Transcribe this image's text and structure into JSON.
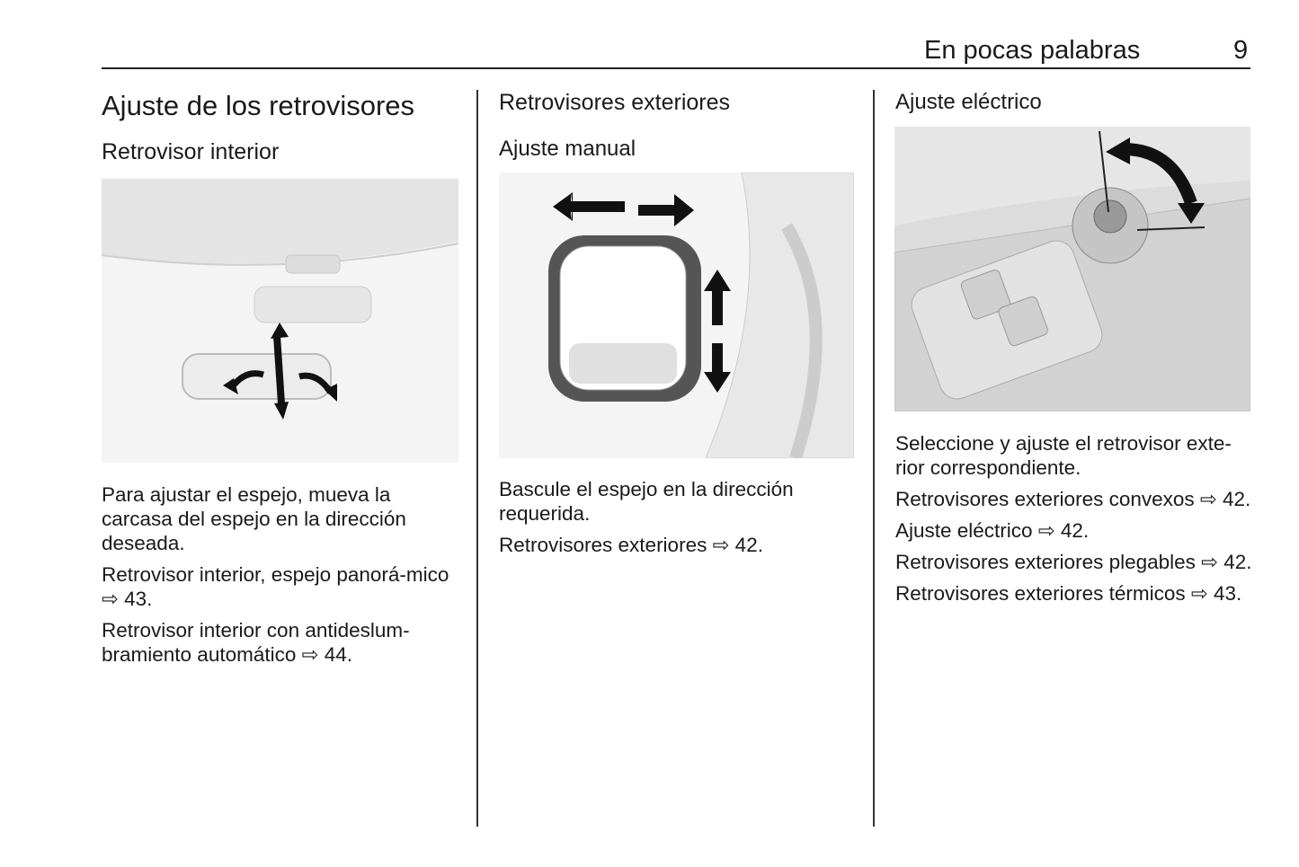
{
  "header": {
    "section_title": "En pocas palabras",
    "page_number": "9"
  },
  "col1": {
    "title": "Ajuste de los retrovisores",
    "subtitle": "Retrovisor interior",
    "paragraphs": [
      "Para ajustar el espejo, mueva la carcasa del espejo en la dirección deseada.",
      "Retrovisor interior, espejo panorá-mico ⇨ 43.",
      "Retrovisor interior con antideslum-bramiento automático ⇨ 44."
    ]
  },
  "col2": {
    "title": "Retrovisores exteriores",
    "subtitle": "Ajuste manual",
    "paragraphs": [
      "Bascule el espejo en la dirección requerida.",
      "Retrovisores exteriores ⇨ 42."
    ]
  },
  "col3": {
    "subtitle": "Ajuste eléctrico",
    "paragraphs": [
      "Seleccione y ajuste el retrovisor exte-rior correspondiente.",
      "Retrovisores exteriores convexos ⇨ 42.",
      "Ajuste eléctrico ⇨ 42.",
      "Retrovisores exteriores plegables ⇨ 42.",
      "Retrovisores exteriores térmicos ⇨ 43."
    ]
  }
}
